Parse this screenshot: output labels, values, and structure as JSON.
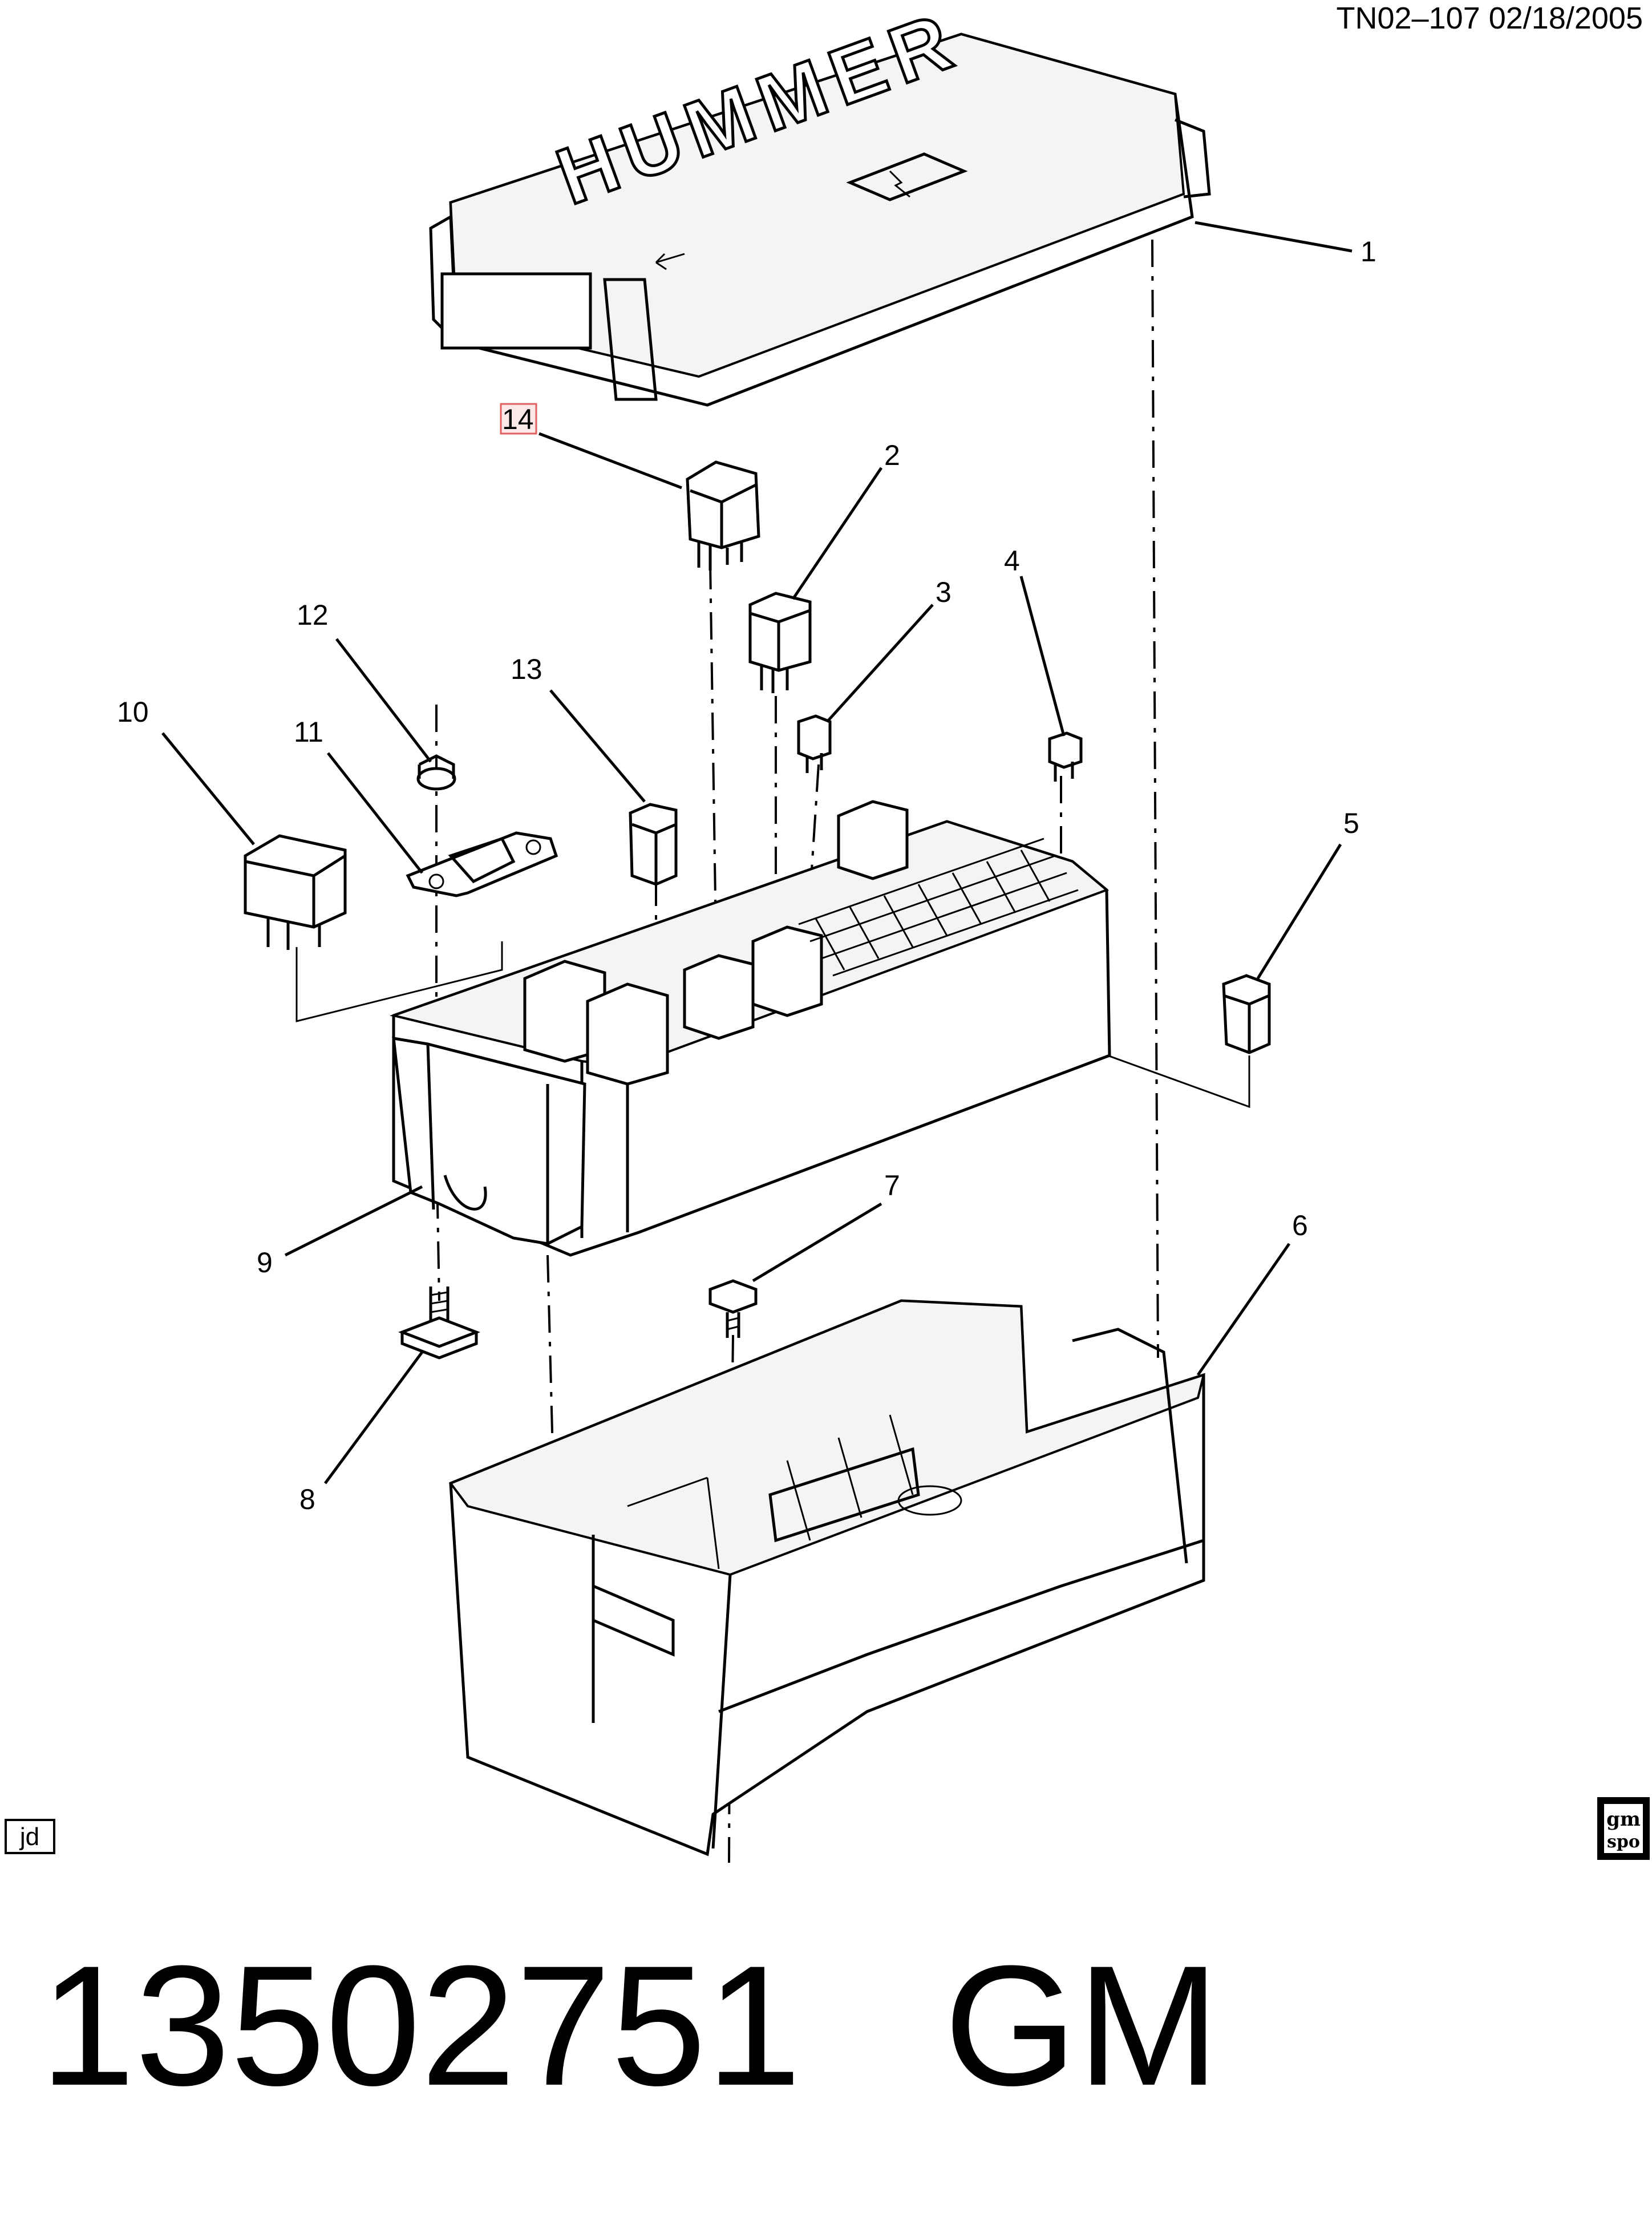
{
  "header": {
    "doc_code": "TN02–107  02/18/2005"
  },
  "cover": {
    "logo_text": "HUMMER"
  },
  "callouts": [
    "1",
    "2",
    "3",
    "4",
    "5",
    "6",
    "7",
    "8",
    "9",
    "10",
    "11",
    "12",
    "13",
    "14"
  ],
  "highlight": {
    "callout": "14",
    "color": "#e06060"
  },
  "badges": {
    "left": "jd",
    "right_top": "gm",
    "right_bottom": "spo"
  },
  "footer": {
    "part_number": "13502751",
    "brand": "GM"
  }
}
